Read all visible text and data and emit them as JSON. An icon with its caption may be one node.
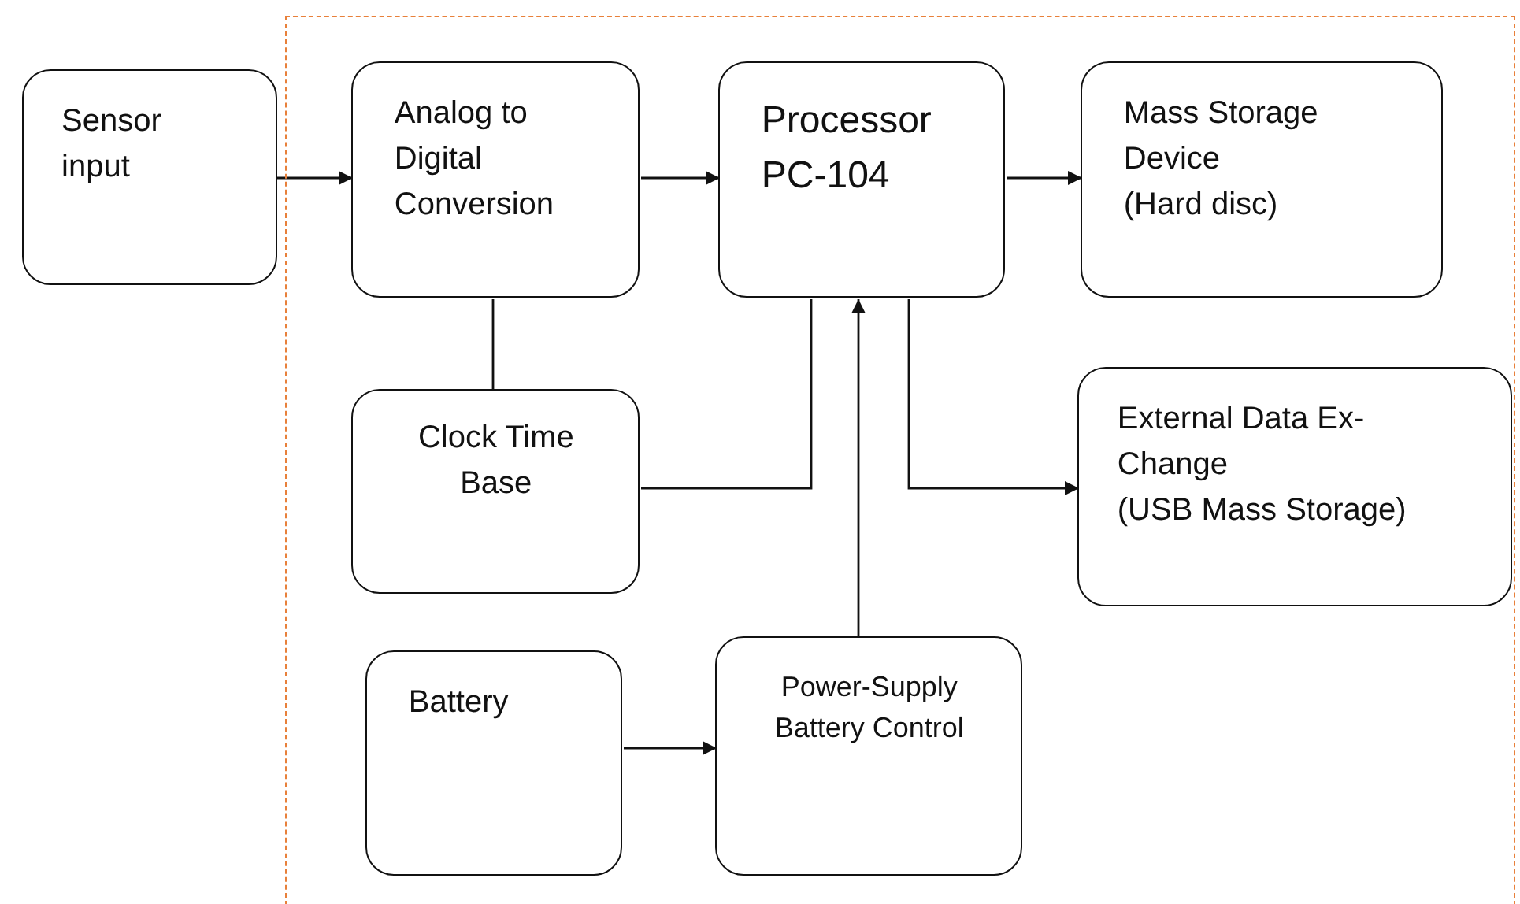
{
  "diagram": {
    "nodes": [
      {
        "text": [],
        "shape": "box"
      },
      {
        "text": [
          "Sensor input"
        ]
      },
      {
        "text": [
          "Analog to Digital Conversion"
        ],
        "in": 0
      },
      {
        "text": [
          "Processor PC-104"
        ],
        "in": 0
      },
      {
        "text": [
          "Mass Storage Device",
          "(Hard disc)"
        ],
        "in": 0
      },
      {
        "text": [
          "Clock Time Base"
        ],
        "in": 0
      },
      {
        "text": [
          "External Data Ex-Change",
          "(USB Mass Storage)"
        ],
        "in": 0
      },
      {
        "text": [
          "Battery"
        ],
        "in": 0
      },
      {
        "text": [
          "Power-Supply Battery Control"
        ],
        "in": 0
      }
    ],
    "edges": [
      {
        "from": 1,
        "to": 2,
        "arrow": "to"
      },
      {
        "from": 2,
        "to": 3,
        "arrow": "to"
      },
      {
        "from": 3,
        "to": 4,
        "arrow": "to"
      },
      {
        "from": 2,
        "to": 5,
        "arrow": "none"
      },
      {
        "from": 5,
        "to": 3,
        "arrow": "none"
      },
      {
        "from": 3,
        "to": 6,
        "arrow": "to"
      },
      {
        "from": 8,
        "to": 3,
        "arrow": "to"
      },
      {
        "from": 7,
        "to": 8,
        "arrow": "to"
      }
    ]
  }
}
